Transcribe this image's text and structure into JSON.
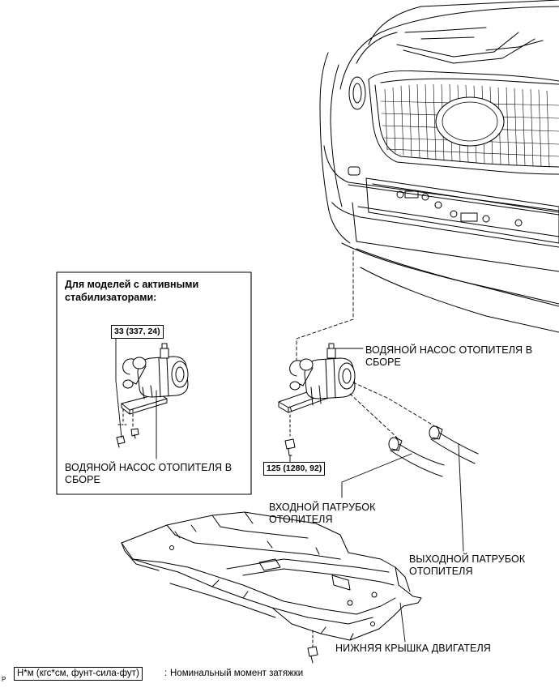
{
  "inset": {
    "title_line1": "Для моделей с активными",
    "title_line2": "стабилизаторами:",
    "torque": "33 (337, 24)",
    "pump_label_line1": "ВОДЯНОЙ НАСОС ОТОПИТЕЛЯ В",
    "pump_label_line2": "СБОРЕ"
  },
  "main": {
    "pump_label_line1": "ВОДЯНОЙ НАСОС ОТОПИТЕЛЯ В",
    "pump_label_line2": "СБОРЕ",
    "torque": "125 (1280, 92)",
    "inlet_label_line1": "ВХОДНОЙ ПАТРУБОК",
    "inlet_label_line2": "ОТОПИТЕЛЯ",
    "outlet_label_line1": "ВЫХОДНОЙ ПАТРУБОК",
    "outlet_label_line2": "ОТОПИТЕЛЯ",
    "undercover_label": "НИЖНЯЯ КРЫШКА ДВИГАТЕЛЯ"
  },
  "legend": {
    "unit_box": "Н*м (кгс*см, фунт-сила-фут)",
    "separator": ":",
    "description": "Номинальный момент затяжки"
  },
  "figure_id": "P"
}
